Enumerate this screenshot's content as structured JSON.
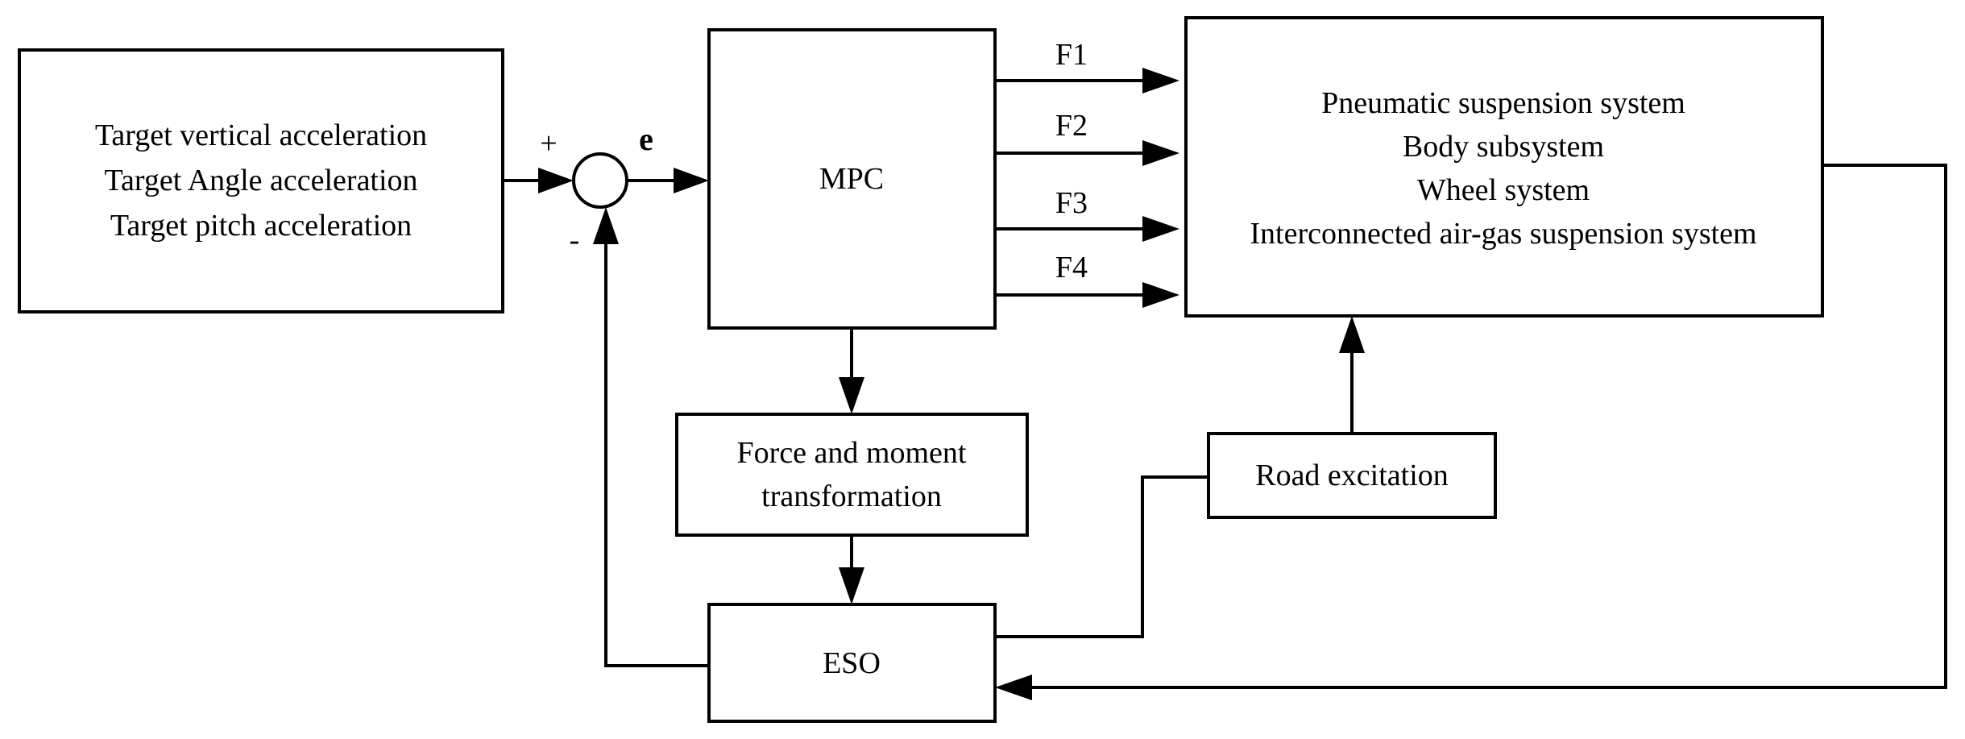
{
  "target_block": {
    "lines": [
      "Target vertical acceleration",
      "Target Angle acceleration",
      "Target pitch acceleration"
    ]
  },
  "summing_junction": {
    "plus_sign": "+",
    "minus_sign": "-",
    "error_label": "e"
  },
  "mpc_block": {
    "label": "MPC"
  },
  "force_labels": [
    "F1",
    "F2",
    "F3",
    "F4"
  ],
  "plant_block": {
    "lines": [
      "Pneumatic suspension system",
      "Body subsystem",
      "Wheel system",
      "Interconnected air-gas suspension system"
    ]
  },
  "transform_block": {
    "lines": [
      "Force and moment",
      "transformation"
    ]
  },
  "road_block": {
    "label": "Road excitation"
  },
  "eso_block": {
    "label": "ESO"
  }
}
